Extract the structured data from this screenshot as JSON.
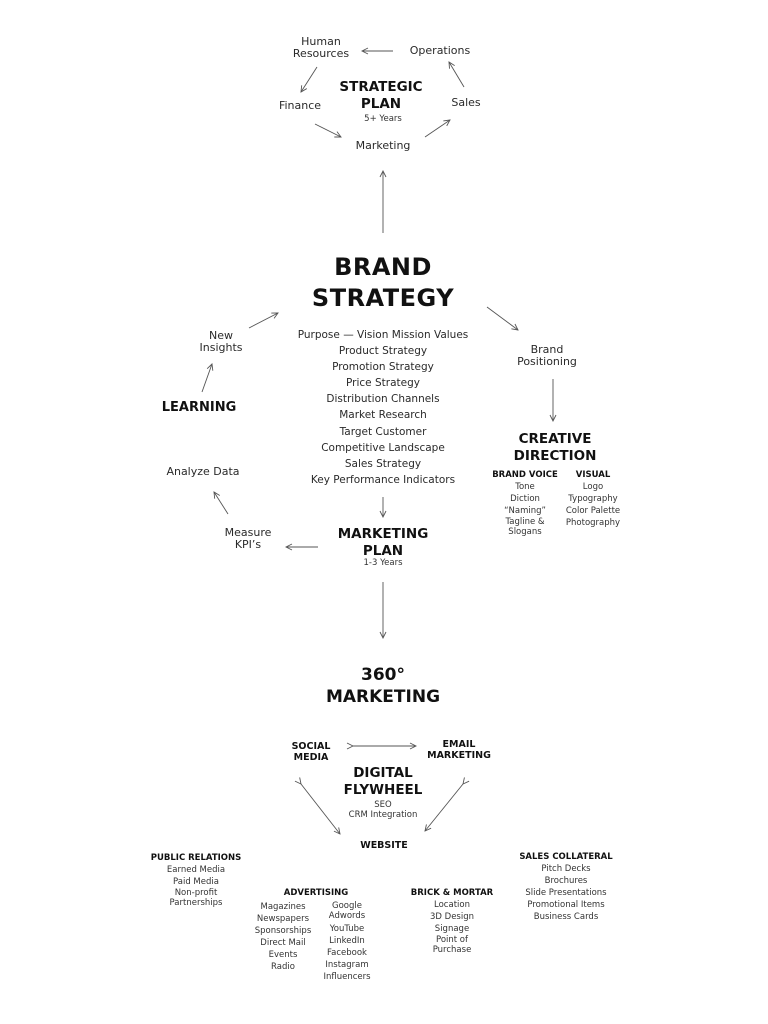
{
  "strategic_plan": {
    "title_line1": "STRATEGIC",
    "title_line2": "PLAN",
    "subtitle": "5+ Years",
    "cycle": {
      "human_resources_line1": "Human",
      "human_resources_line2": "Resources",
      "operations": "Operations",
      "finance": "Finance",
      "sales": "Sales",
      "marketing": "Marketing"
    }
  },
  "brand_strategy": {
    "title_line1": "BRAND",
    "title_line2": "STRATEGY",
    "items": [
      "Purpose — Vision Mission Values",
      "Product Strategy",
      "Promotion Strategy",
      "Price Strategy",
      "Distribution Channels",
      "Market Research",
      "Target Customer",
      "Competitive Landscape",
      "Sales Strategy",
      "Key Performance Indicators"
    ]
  },
  "learning_loop": {
    "new_insights_line1": "New",
    "new_insights_line2": "Insights",
    "learning": "LEARNING",
    "analyze_data": "Analyze Data",
    "measure_line1": "Measure",
    "measure_line2": "KPI’s"
  },
  "positioning": {
    "line1": "Brand",
    "line2": "Positioning"
  },
  "creative_direction": {
    "title_line1": "CREATIVE",
    "title_line2": "DIRECTION",
    "brand_voice": {
      "heading": "BRAND VOICE",
      "items": [
        "Tone",
        "Diction",
        "“Naming”",
        "Tagline &",
        "Slogans"
      ]
    },
    "visual": {
      "heading": "VISUAL",
      "items": [
        "Logo",
        "Typography",
        "Color Palette",
        "Photography"
      ]
    }
  },
  "marketing_plan": {
    "title_line1": "MARKETING",
    "title_line2": "PLAN",
    "subtitle": "1-3 Years"
  },
  "marketing_360": {
    "title_line1": "360°",
    "title_line2": "MARKETING"
  },
  "digital_flywheel": {
    "title_line1": "DIGITAL",
    "title_line2": "FLYWHEEL",
    "items": [
      "SEO",
      "CRM Integration"
    ],
    "social_line1": "SOCIAL",
    "social_line2": "MEDIA",
    "email_line1": "EMAIL",
    "email_line2": "MARKETING",
    "website": "WEBSITE"
  },
  "public_relations": {
    "heading": "PUBLIC RELATIONS",
    "items": [
      "Earned Media",
      "Paid Media",
      "Non-profit",
      "Partnerships"
    ]
  },
  "advertising": {
    "heading": "ADVERTISING",
    "left_items": [
      "Magazines",
      "Newspapers",
      "Sponsorships",
      "Direct Mail",
      "Events",
      "Radio"
    ],
    "right_items": [
      "Google",
      "Adwords",
      "YouTube",
      "LinkedIn",
      "Facebook",
      "Instagram",
      "Influencers"
    ]
  },
  "brick_mortar": {
    "heading": "BRICK & MORTAR",
    "items": [
      "Location",
      "3D Design",
      "Signage",
      "Point of",
      "Purchase"
    ]
  },
  "sales_collateral": {
    "heading": "SALES COLLATERAL",
    "items": [
      "Pitch Decks",
      "Brochures",
      "Slide Presentations",
      "Promotional Items",
      "Business Cards"
    ]
  }
}
